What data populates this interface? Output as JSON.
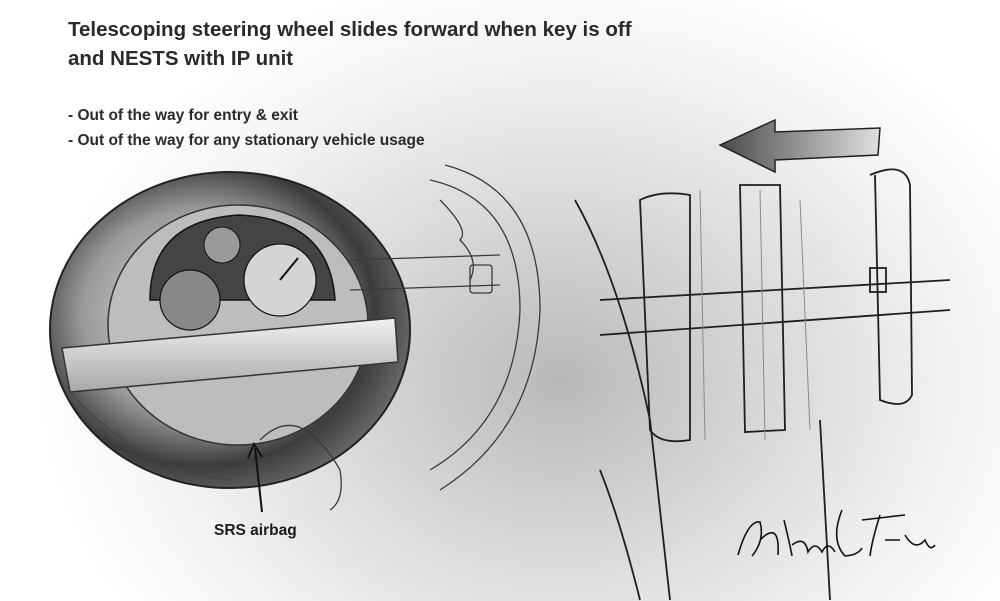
{
  "title": {
    "line1": "Telescoping steering wheel slides forward when key is off",
    "line2": "and NESTS with IP unit"
  },
  "bullets": [
    "Out of the way for entry & exit",
    "Out of the way for any stationary vehicle usage"
  ],
  "callout": {
    "label": "SRS airbag"
  },
  "signature": {
    "text": "Allan L. Flowers"
  },
  "colors": {
    "ink": "#2a2a2a",
    "sketch_dark": "#1f1f1f",
    "sketch_mid": "#8a8a8a"
  }
}
